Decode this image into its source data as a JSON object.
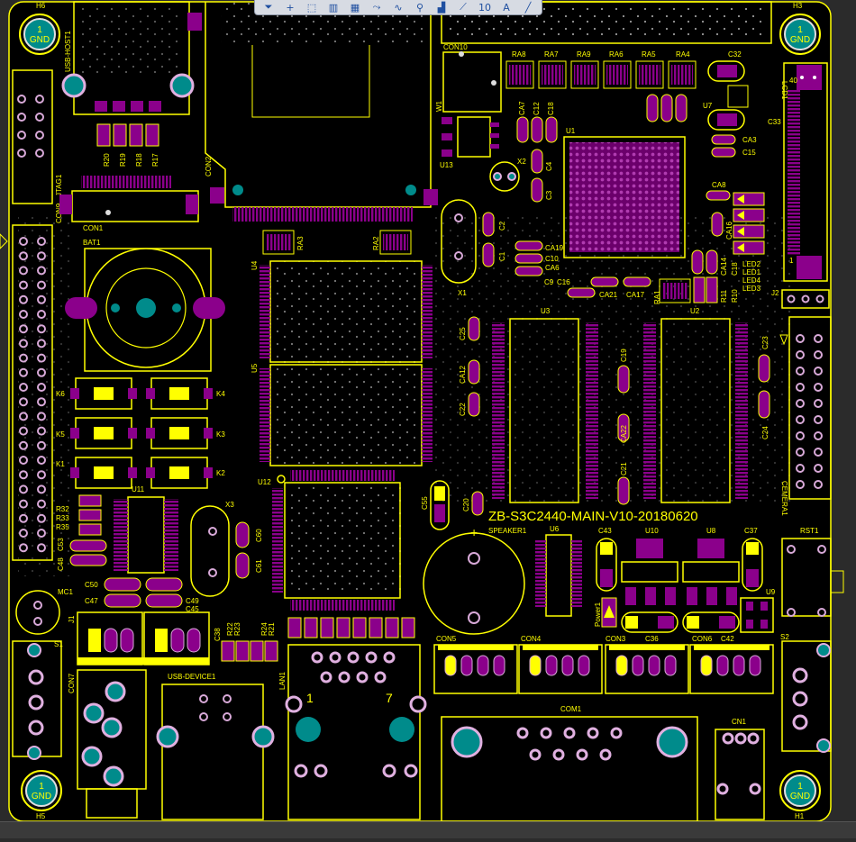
{
  "toolbar": {
    "tools": [
      {
        "icon": "filter-icon",
        "glyph": "⏷"
      },
      {
        "icon": "crosshair-icon",
        "glyph": "+"
      },
      {
        "icon": "select-rect-icon",
        "glyph": "⬚"
      },
      {
        "icon": "chart-icon",
        "glyph": "▥"
      },
      {
        "icon": "component-icon",
        "glyph": "▦"
      },
      {
        "icon": "route-icon",
        "glyph": "⤳"
      },
      {
        "icon": "wave-icon",
        "glyph": "∿"
      },
      {
        "icon": "pin-icon",
        "glyph": "⚲"
      },
      {
        "icon": "layer-icon",
        "glyph": "▟"
      },
      {
        "icon": "diagonal-icon",
        "glyph": "⟋"
      },
      {
        "icon": "number-icon",
        "glyph": "10"
      },
      {
        "icon": "text-tool-icon",
        "glyph": "A"
      },
      {
        "icon": "line-tool-icon",
        "glyph": "╱"
      }
    ]
  },
  "colors": {
    "silk": "#ffff00",
    "pad": "#8b008b",
    "copper_hole": "#008b8b",
    "board": "#000000",
    "pin": "#d8a9d8"
  },
  "board": {
    "title": "ZB-S3C2440-MAIN-V10-20180620",
    "holes": {
      "h1": "H1",
      "h3": "H3",
      "h5": "H5",
      "h6": "H6",
      "num": "1",
      "gnd": "GND"
    },
    "labels": {
      "usb_host": "USB-HOST1",
      "con9": "CON9",
      "jtag": "JTAG1",
      "con1": "CON1",
      "con2": "CON2",
      "con10": "CON10",
      "w1": "W1",
      "u13": "U13",
      "x2": "X2",
      "u1": "U1",
      "u7": "U7",
      "c32": "C32",
      "c33": "C33",
      "ca3": "CA3",
      "c15": "C15",
      "ca8": "CA8",
      "ca16": "CA16",
      "lcd1": "LCD1",
      "num40": "40",
      "num1": "1",
      "ra8": "RA8",
      "ra7": "RA7",
      "ra9": "RA9",
      "ra6": "RA6",
      "ra5": "RA5",
      "ra4": "RA4",
      "ca7": "CA7",
      "c12": "C12",
      "c18": "C18",
      "c4": "C4",
      "c3": "C3",
      "c2": "C2",
      "c1": "C1",
      "x1": "X1",
      "ca19": "CA19",
      "c10": "C10",
      "ca6": "CA6",
      "c9": "C9",
      "c16": "C16",
      "ca21": "CA21",
      "ca17": "CA17",
      "ra1": "RA1",
      "ca14": "CA14",
      "c18b": "C18",
      "r11": "R11",
      "r10": "R10",
      "led1": "LED1",
      "led2": "LED2",
      "led3": "LED3",
      "led4": "LED4",
      "j2": "J2",
      "r20": "R20",
      "r19": "R19",
      "r18": "R18",
      "r17": "R17",
      "bat1": "BAT1",
      "ra3": "RA3",
      "ra2": "RA2",
      "u4": "U4",
      "u5": "U5",
      "u3": "U3",
      "u2": "U2",
      "c25": "C25",
      "ca12": "CA12",
      "c22": "C22",
      "c19": "C19",
      "ca22": "CA22",
      "c21": "C21",
      "c23": "C23",
      "c24": "C24",
      "camera": "CEMERA1",
      "k6": "K6",
      "k4": "K4",
      "k5": "K5",
      "k3": "K3",
      "k1": "K1",
      "k2": "K2",
      "u11": "U11",
      "u12": "U12",
      "x3": "X3",
      "c60": "C60",
      "c61": "C61",
      "r32": "R32",
      "r33": "R33",
      "r35": "R35",
      "c53": "C53",
      "c48": "C48",
      "c50": "C50",
      "c47": "C47",
      "c49": "C49",
      "c45": "C45",
      "mc1": "MC1",
      "j1": "J1",
      "s1": "S1",
      "con7": "CON7",
      "usb_device": "USB-DEVICE1",
      "c38": "C38",
      "r22": "R22",
      "r23": "R23",
      "r24": "R24",
      "r21": "R21",
      "lan1": "LAN1",
      "lan_1": "1",
      "lan_7": "7",
      "c55": "C55",
      "c20": "C20",
      "speaker": "SPEAKER1",
      "u6": "U6",
      "c43": "C43",
      "u10": "U10",
      "u8": "U8",
      "c37": "C37",
      "u9": "U9",
      "power": "Power1",
      "rst1": "RST1",
      "con5": "CON5",
      "con4": "CON4",
      "con3": "CON3",
      "c36": "C36",
      "con6": "CON6",
      "c42": "C42",
      "s2": "S2",
      "com1": "COM1",
      "cn1": "CN1"
    }
  }
}
